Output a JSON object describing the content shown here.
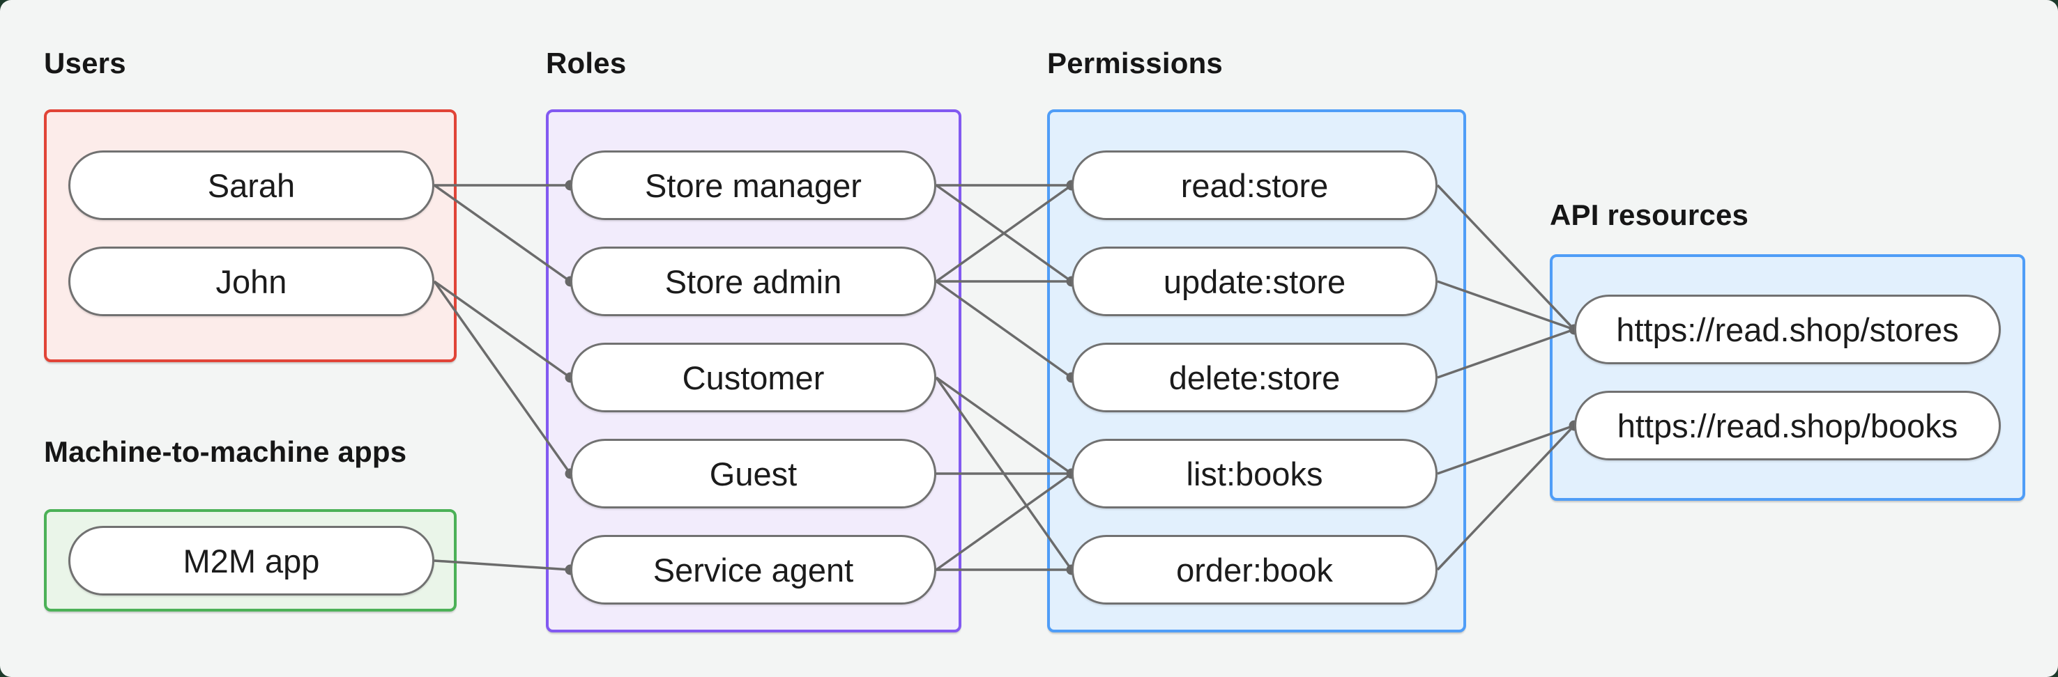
{
  "diagram": {
    "kind": "role-based-access-control-flow",
    "background": "#f3f5f4",
    "outer_background": "#1d3a2b",
    "connector_color": "#6b6b6b",
    "node_border_color": "#717171",
    "text_color": "#1b1b1b"
  },
  "groups": [
    {
      "id": "users",
      "label": "Users",
      "border_color": "#e14437",
      "fill_color": "#fcecea"
    },
    {
      "id": "m2m",
      "label": "Machine-to-machine apps",
      "border_color": "#4bb157",
      "fill_color": "#eaf5e9"
    },
    {
      "id": "roles",
      "label": "Roles",
      "border_color": "#8259f1",
      "fill_color": "#f2ecfc"
    },
    {
      "id": "permissions",
      "label": "Permissions",
      "border_color": "#4f9df7",
      "fill_color": "#e2f0fd"
    },
    {
      "id": "api_resources",
      "label": "API resources",
      "border_color": "#4f9df7",
      "fill_color": "#e2f0fd"
    }
  ],
  "nodes": [
    {
      "id": "sarah",
      "group": "users",
      "label": "Sarah"
    },
    {
      "id": "john",
      "group": "users",
      "label": "John"
    },
    {
      "id": "m2m_app",
      "group": "m2m",
      "label": "M2M app"
    },
    {
      "id": "store_manager",
      "group": "roles",
      "label": "Store manager"
    },
    {
      "id": "store_admin",
      "group": "roles",
      "label": "Store admin"
    },
    {
      "id": "customer",
      "group": "roles",
      "label": "Customer"
    },
    {
      "id": "guest",
      "group": "roles",
      "label": "Guest"
    },
    {
      "id": "service_agent",
      "group": "roles",
      "label": "Service agent"
    },
    {
      "id": "read_store",
      "group": "permissions",
      "label": "read:store"
    },
    {
      "id": "update_store",
      "group": "permissions",
      "label": "update:store"
    },
    {
      "id": "delete_store",
      "group": "permissions",
      "label": "delete:store"
    },
    {
      "id": "list_books",
      "group": "permissions",
      "label": "list:books"
    },
    {
      "id": "order_book",
      "group": "permissions",
      "label": "order:book"
    },
    {
      "id": "api_stores",
      "group": "api_resources",
      "label": "https://read.shop/stores"
    },
    {
      "id": "api_books",
      "group": "api_resources",
      "label": "https://read.shop/books"
    }
  ],
  "edges": [
    [
      "sarah",
      "store_manager"
    ],
    [
      "sarah",
      "store_admin"
    ],
    [
      "john",
      "customer"
    ],
    [
      "john",
      "guest"
    ],
    [
      "m2m_app",
      "service_agent"
    ],
    [
      "store_manager",
      "read_store"
    ],
    [
      "store_manager",
      "update_store"
    ],
    [
      "store_admin",
      "read_store"
    ],
    [
      "store_admin",
      "update_store"
    ],
    [
      "store_admin",
      "delete_store"
    ],
    [
      "customer",
      "list_books"
    ],
    [
      "customer",
      "order_book"
    ],
    [
      "guest",
      "list_books"
    ],
    [
      "service_agent",
      "list_books"
    ],
    [
      "service_agent",
      "order_book"
    ],
    [
      "read_store",
      "api_stores"
    ],
    [
      "update_store",
      "api_stores"
    ],
    [
      "delete_store",
      "api_stores"
    ],
    [
      "list_books",
      "api_books"
    ],
    [
      "order_book",
      "api_books"
    ]
  ]
}
